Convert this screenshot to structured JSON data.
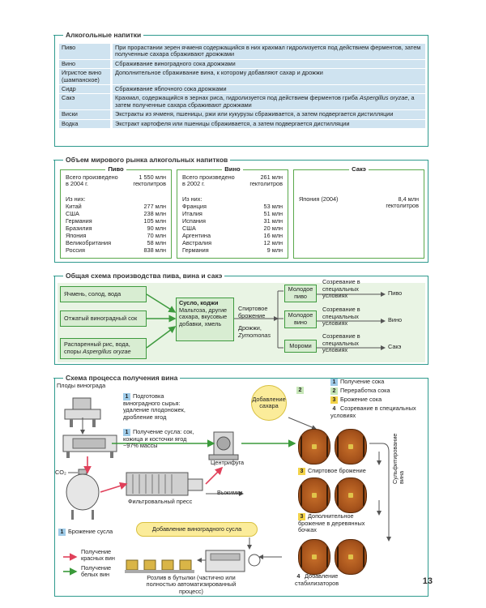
{
  "page_number": "13",
  "alcohol": {
    "title": "Алкогольные напитки",
    "rows": [
      {
        "name": "Пиво",
        "desc": "При прорастании зерен ячменя содержащийся в них крахмал гидролизуется под действием ферментов, затем полученные сахара сбраживают дрожжами"
      },
      {
        "name": "Вино",
        "desc": "Сбраживание виноградного сока дрожжами"
      },
      {
        "name": "Игристое вино (шампанское)",
        "desc": "Дополнительное сбраживание вина, к которому добавляют сахар и дрожжи"
      },
      {
        "name": "Сидр",
        "desc": "Сбраживание яблочного сока дрожжами"
      },
      {
        "name": "Сакэ",
        "desc_pre": "Крахмал, содержащийся в зернах риса, гидролизуется под действием ферментов гриба ",
        "desc_it": "Aspergillus oryzae",
        "desc_post": ", а затем полученные сахара сбраживают дрожжами"
      },
      {
        "name": "Виски",
        "desc": "Экстракты из ячменя, пшеницы, ржи или кукурузы сбраживается, а затем подвергается дистилляции"
      },
      {
        "name": "Водка",
        "desc": "Экстракт картофеля или пшеницы сбраживается, а затем подвергается дистилляции"
      }
    ]
  },
  "market": {
    "title": "Объем мирового рынка алкогольных напитков",
    "beer": {
      "title": "Пиво",
      "total_label": "Всего произведено в 2004 г.",
      "total_value": "1 550 млн гектолитров",
      "from_label": "Из них:",
      "items": [
        {
          "c": "Китай",
          "v": "277 млн"
        },
        {
          "c": "США",
          "v": "238 млн"
        },
        {
          "c": "Германия",
          "v": "105 млн"
        },
        {
          "c": "Бразилия",
          "v": "90 млн"
        },
        {
          "c": "Япония",
          "v": "70 млн"
        },
        {
          "c": "Великобритания",
          "v": "58 млн"
        },
        {
          "c": "Россия",
          "v": "838 млн"
        }
      ]
    },
    "wine": {
      "title": "Вино",
      "total_label": "Всего произведено в 2002 г.",
      "total_value": "261 млн гектолитров",
      "from_label": "Из них:",
      "items": [
        {
          "c": "Франция",
          "v": "53 млн"
        },
        {
          "c": "Италия",
          "v": "51 млн"
        },
        {
          "c": "Испания",
          "v": "31 млн"
        },
        {
          "c": "США",
          "v": "20 млн"
        },
        {
          "c": "Аргентина",
          "v": "16 млн"
        },
        {
          "c": "Австралия",
          "v": "12 млн"
        },
        {
          "c": "Германия",
          "v": "9 млн"
        }
      ]
    },
    "sake": {
      "title": "Сакэ",
      "country": "Япония (2004)",
      "value": "8,4 млн гектолитров"
    }
  },
  "production": {
    "title": "Общая схема производства пива, вина и сакэ",
    "inputs": [
      "Ячмень, солод, вода",
      "Отжатый виноградный сок"
    ],
    "input3_pre": "Распаренный рис, вода, споры ",
    "input3_it": "Aspergillus oryzae",
    "wort_title": "Сусло, коджи",
    "wort_text": "Мальтоза, другие сахара, вкусовые добавки, хмель",
    "ferment_label": "Спиртовое брожение",
    "yeast_label": "Дрожжи,",
    "yeast_it": "Zymomonas",
    "young": [
      "Молодое пиво",
      "Молодое вино",
      "Мороми"
    ],
    "maturation": "Созревание в специальных условиях",
    "products": [
      "Пиво",
      "Вино",
      "Сакэ"
    ]
  },
  "wine_process": {
    "title": "Схема процесса получения вина",
    "grapes_label": "Плоды винограда",
    "step1_text": "Подготовка виноградного сырья: удаление плодоножек, дробление ягод",
    "step1b_text": "Получение сусла: сок, кожица и косточки ягод ~97% массы",
    "co2": "CO₂",
    "centrifuge": "Центрифуга",
    "marc": "Выжимки",
    "filter": "Фильтровальный пресс",
    "wort_ferment": "Брожение сусла",
    "sugar": "Добавление сахара",
    "add_wort": "Добавление виноградного сусла",
    "red": "Получение красных вин",
    "white": "Получение белых вин",
    "bottling": "Розлив в бутылки (частично или полностью автоматизированный процесс)",
    "stabilizers": "Добавление стабилизаторов",
    "alcohol_ferment": "Спиртовое брожение",
    "extra_ferment": "Дополнительное брожение в деревянных бочках",
    "sulfite": "Сульфитирование вина",
    "legend": [
      {
        "n": "1",
        "t": "Получение сока"
      },
      {
        "n": "2",
        "t": "Переработка сока"
      },
      {
        "n": "3",
        "t": "Брожение сока"
      },
      {
        "n": "4",
        "t": "Созревание в специальных условиях"
      }
    ],
    "nums": {
      "one": "1",
      "two": "2",
      "three": "3",
      "four": "4"
    },
    "colors": {
      "red_arrow": "#e0405a",
      "green_arrow": "#3a9a3a",
      "panel_border": "#2f9a8e",
      "table_bg": "#cfe3f0",
      "box_bg": "#d8edd2",
      "sugar_bg": "#fbec9a"
    }
  }
}
